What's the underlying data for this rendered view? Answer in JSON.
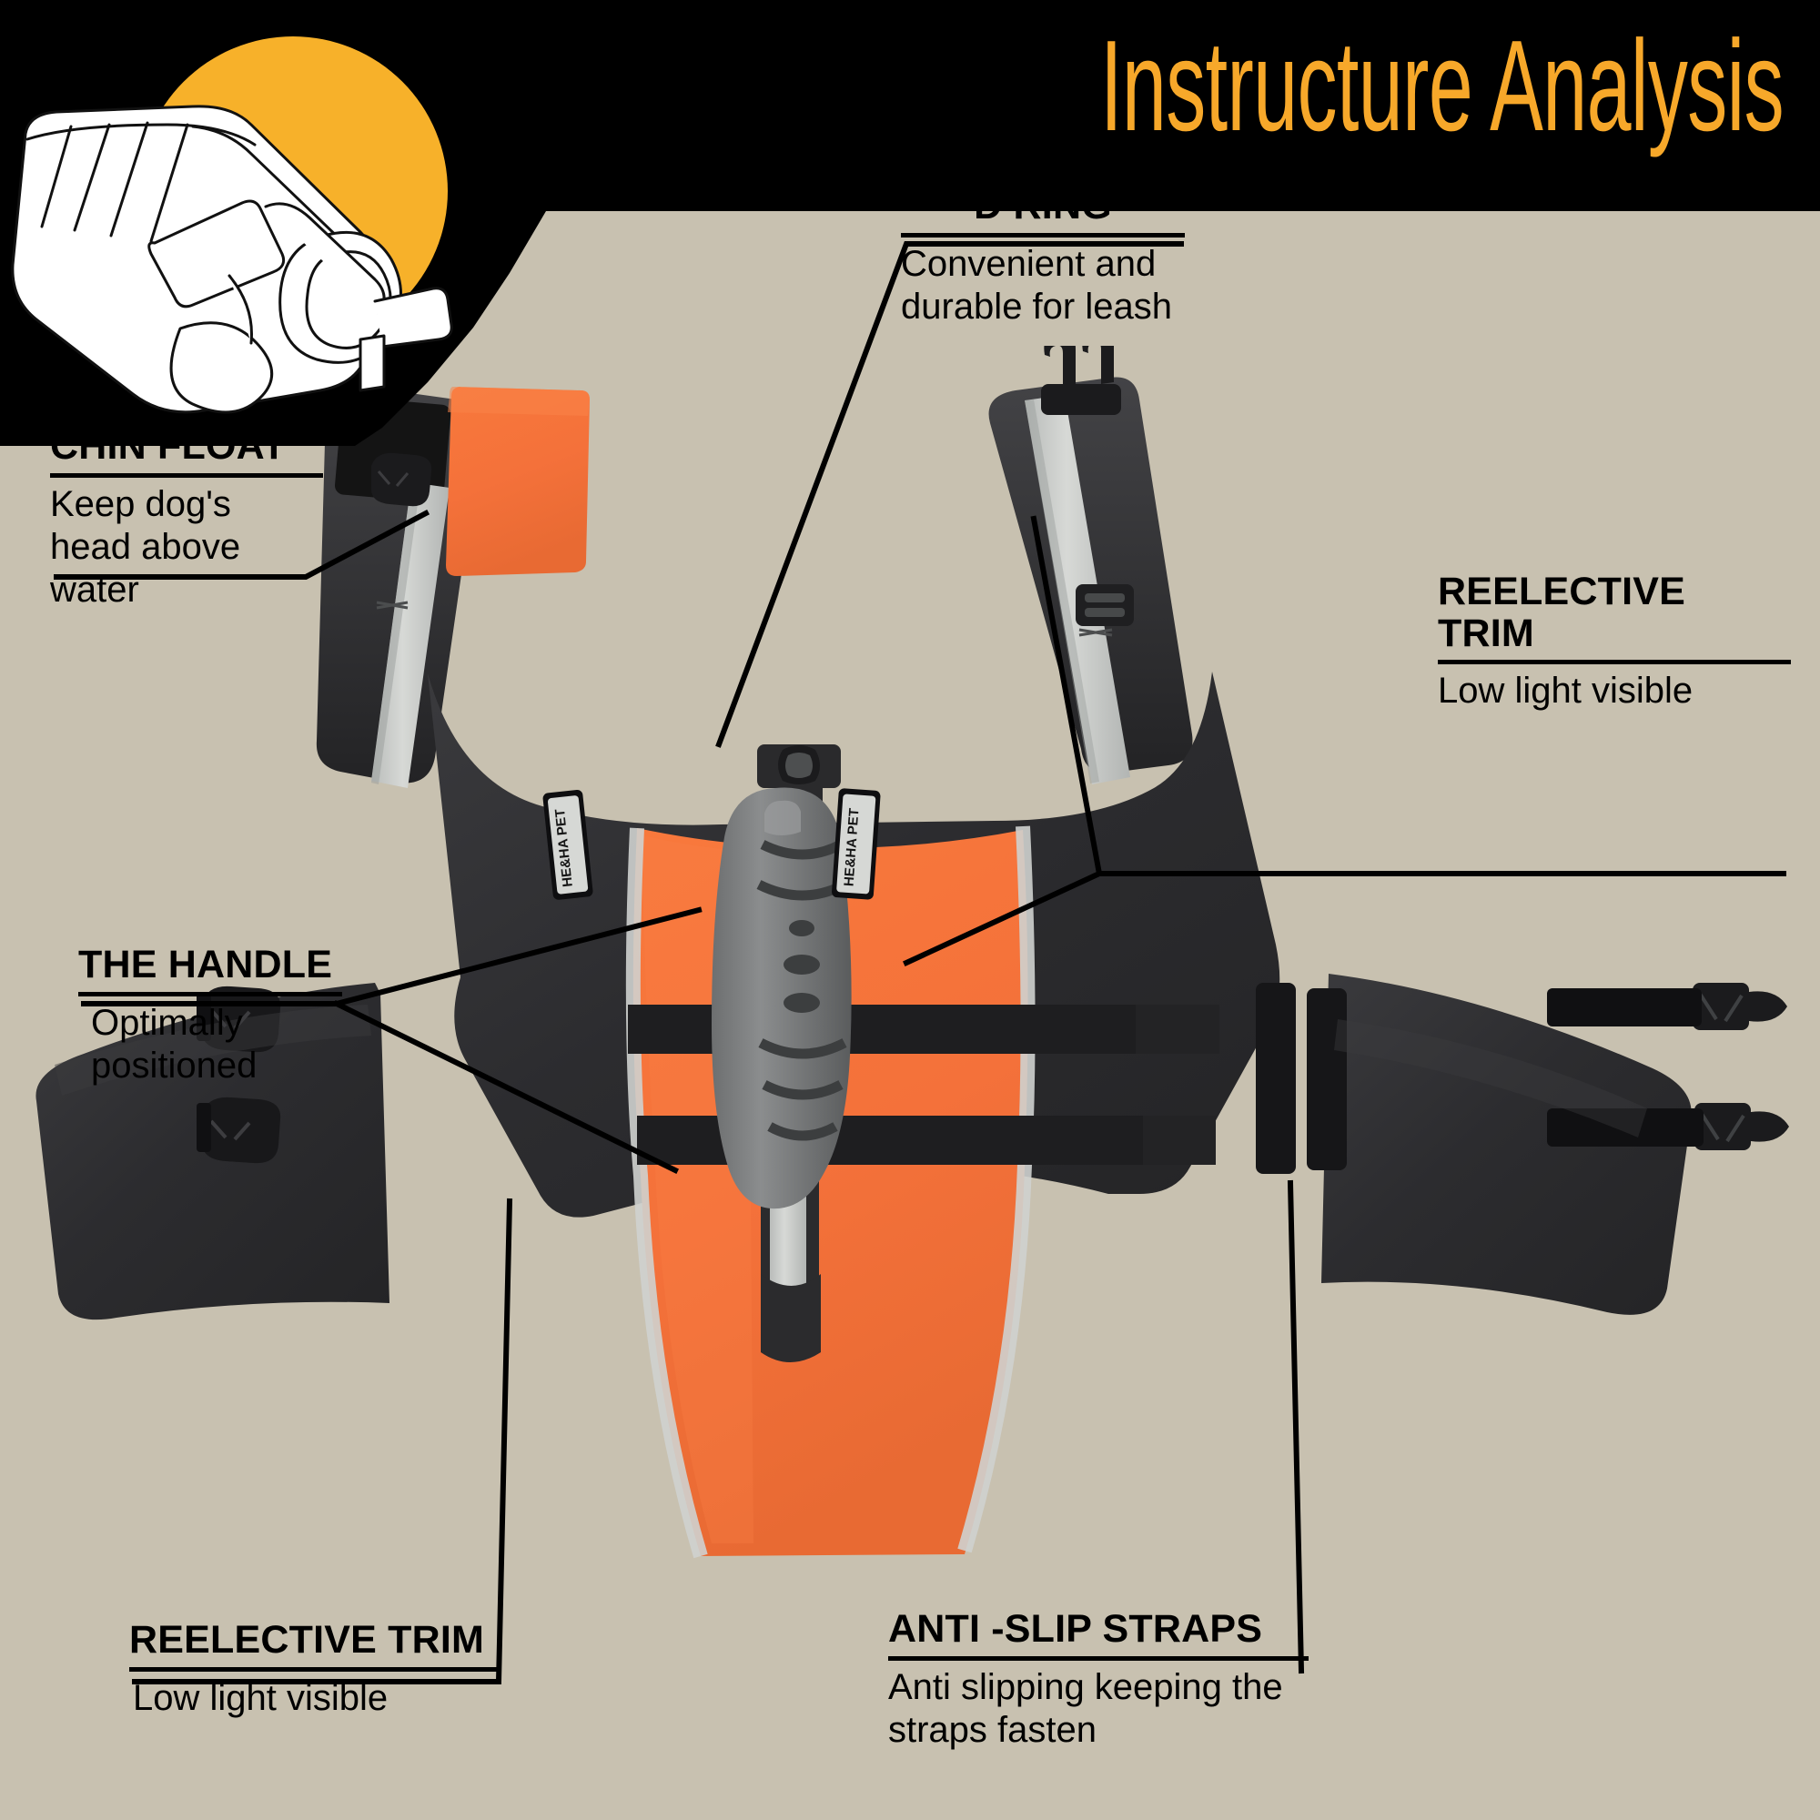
{
  "header": {
    "title": "Instructure Analysis",
    "title_color": "#f7a82a",
    "bar_color": "#000000"
  },
  "background_color": "#c8c1b0",
  "accent_circle_color": "#f7b12a",
  "product": {
    "name": "dog life jacket",
    "shell_color": "#2e2e30",
    "panel_color": "#f4713a",
    "reflective_color": "#c9cbc9",
    "brand_tag_text": "HE&HA PET"
  },
  "callouts": [
    {
      "id": "chin-float",
      "title": "CHIN FLOAT",
      "body": "Keep dog's\nhead above\nwater"
    },
    {
      "id": "the-handle",
      "title": "THE HANDLE",
      "body": "Optimally\npositioned"
    },
    {
      "id": "d-ring",
      "title": "D RING",
      "body": "Convenient and\ndurable for leash"
    },
    {
      "id": "reflective-trim-right",
      "title": "REELECTIVE\nTRIM",
      "body": "Low light visible"
    },
    {
      "id": "reflective-trim-bottom",
      "title": "REELECTIVE TRIM",
      "body": "Low light visible"
    },
    {
      "id": "anti-slip-straps",
      "title": "ANTI -SLIP STRAPS",
      "body": "Anti slipping keeping the\nstraps fasten"
    }
  ]
}
